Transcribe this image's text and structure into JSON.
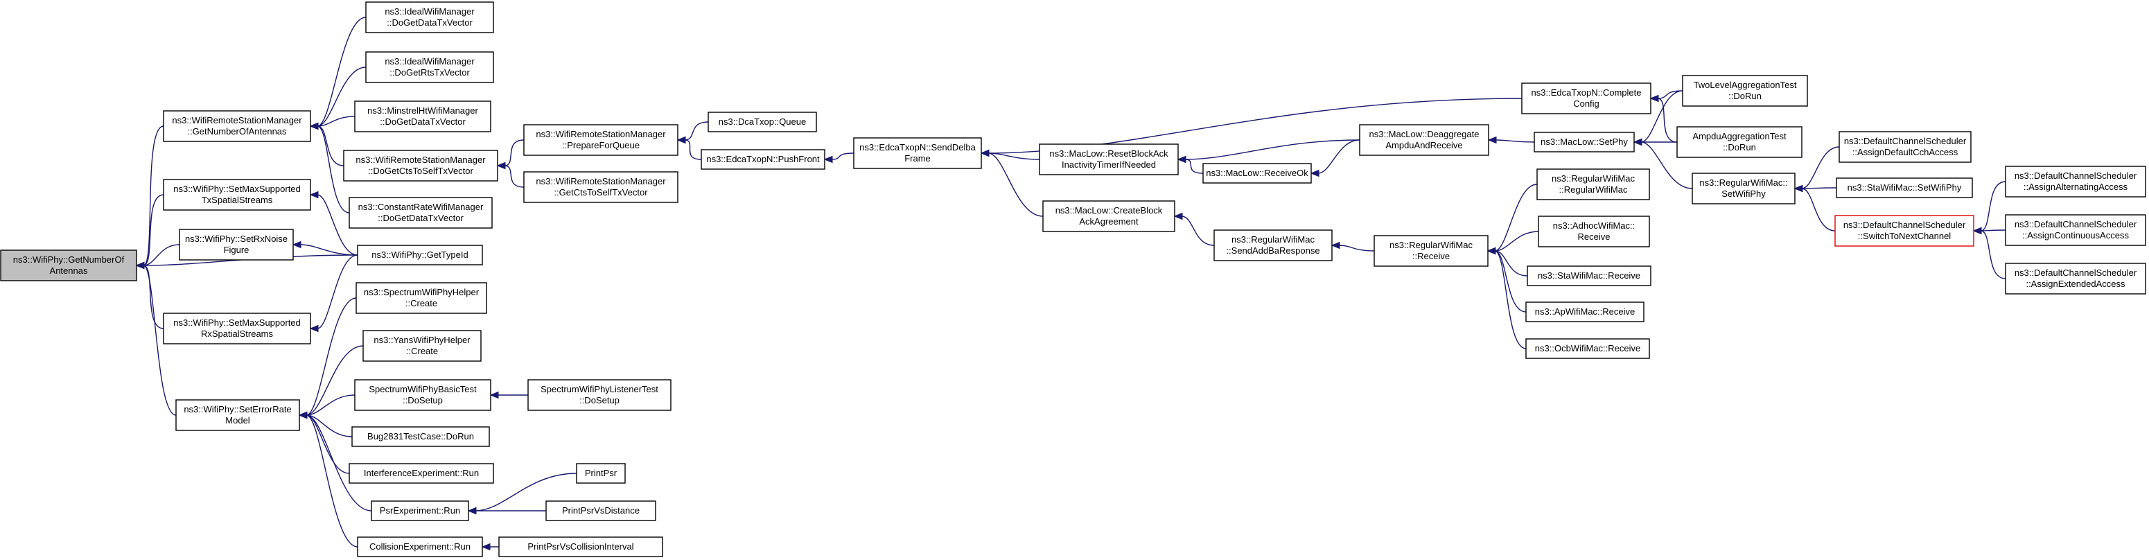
{
  "colors": {
    "edge": "#191970",
    "root_fill": "#bfbfbf",
    "node_border": "#000000",
    "highlight_border": "#e00000"
  },
  "nodes": [
    {
      "id": "root",
      "lines": [
        "ns3::WifiPhy::GetNumberOf",
        "Antennas"
      ],
      "style": "root"
    },
    {
      "id": "rsm_getnum",
      "lines": [
        "ns3::WifiRemoteStationManager",
        "::GetNumberOfAntennas"
      ]
    },
    {
      "id": "setmaxtx",
      "lines": [
        "ns3::WifiPhy::SetMaxSupported",
        "TxSpatialStreams"
      ]
    },
    {
      "id": "setrxnoise",
      "lines": [
        "ns3::WifiPhy::SetRxNoise",
        "Figure"
      ]
    },
    {
      "id": "setmaxrx",
      "lines": [
        "ns3::WifiPhy::SetMaxSupported",
        "RxSpatialStreams"
      ]
    },
    {
      "id": "seterror",
      "lines": [
        "ns3::WifiPhy::SetErrorRate",
        "Model"
      ]
    },
    {
      "id": "ideal_data",
      "lines": [
        "ns3::IdealWifiManager",
        "::DoGetDataTxVector"
      ]
    },
    {
      "id": "ideal_rts",
      "lines": [
        "ns3::IdealWifiManager",
        "::DoGetRtsTxVector"
      ]
    },
    {
      "id": "minstrel",
      "lines": [
        "ns3::MinstrelHtWifiManager",
        "::DoGetDataTxVector"
      ]
    },
    {
      "id": "rsm_docts",
      "lines": [
        "ns3::WifiRemoteStationManager",
        "::DoGetCtsToSelfTxVector"
      ]
    },
    {
      "id": "constrate",
      "lines": [
        "ns3::ConstantRateWifiManager",
        "::DoGetDataTxVector"
      ]
    },
    {
      "id": "gettypeid",
      "lines": [
        "ns3::WifiPhy::GetTypeId"
      ]
    },
    {
      "id": "spec_helper",
      "lines": [
        "ns3::SpectrumWifiPhyHelper",
        "::Create"
      ]
    },
    {
      "id": "yans_helper",
      "lines": [
        "ns3::YansWifiPhyHelper",
        "::Create"
      ]
    },
    {
      "id": "spec_basic",
      "lines": [
        "SpectrumWifiPhyBasicTest",
        "::DoSetup"
      ]
    },
    {
      "id": "bug2831",
      "lines": [
        "Bug2831TestCase::DoRun"
      ]
    },
    {
      "id": "interf",
      "lines": [
        "InterferenceExperiment::Run"
      ]
    },
    {
      "id": "psrexp",
      "lines": [
        "PsrExperiment::Run"
      ]
    },
    {
      "id": "collexp",
      "lines": [
        "CollisionExperiment::Run"
      ]
    },
    {
      "id": "spec_listener",
      "lines": [
        "SpectrumWifiPhyListenerTest",
        "::DoSetup"
      ]
    },
    {
      "id": "printpsr",
      "lines": [
        "PrintPsr"
      ]
    },
    {
      "id": "printpsrdist",
      "lines": [
        "PrintPsrVsDistance"
      ]
    },
    {
      "id": "printpsrcoll",
      "lines": [
        "PrintPsrVsCollisionInterval"
      ]
    },
    {
      "id": "rsm_prep",
      "lines": [
        "ns3::WifiRemoteStationManager",
        "::PrepareForQueue"
      ]
    },
    {
      "id": "rsm_getcts",
      "lines": [
        "ns3::WifiRemoteStationManager",
        "::GetCtsToSelfTxVector"
      ]
    },
    {
      "id": "dcaqueue",
      "lines": [
        "ns3::DcaTxop::Queue"
      ]
    },
    {
      "id": "edcapush",
      "lines": [
        "ns3::EdcaTxopN::PushFront"
      ]
    },
    {
      "id": "senddelba",
      "lines": [
        "ns3::EdcaTxopN::SendDelba",
        "Frame"
      ]
    },
    {
      "id": "resetback",
      "lines": [
        "ns3::MacLow::ResetBlockAck",
        "InactivityTimerIfNeeded"
      ]
    },
    {
      "id": "createback",
      "lines": [
        "ns3::MacLow::CreateBlock",
        "AckAgreement"
      ]
    },
    {
      "id": "receiveok",
      "lines": [
        "ns3::MacLow::ReceiveOk"
      ]
    },
    {
      "id": "sendaddba",
      "lines": [
        "ns3::RegularWifiMac",
        "::SendAddBaResponse"
      ]
    },
    {
      "id": "deagg",
      "lines": [
        "ns3::MacLow::Deaggregate",
        "AmpduAndReceive"
      ]
    },
    {
      "id": "complete",
      "lines": [
        "ns3::EdcaTxopN::Complete",
        "Config"
      ]
    },
    {
      "id": "regrecv",
      "lines": [
        "ns3::RegularWifiMac",
        "::Receive"
      ]
    },
    {
      "id": "setphy",
      "lines": [
        "ns3::MacLow::SetPhy"
      ]
    },
    {
      "id": "regctor",
      "lines": [
        "ns3::RegularWifiMac",
        "::RegularWifiMac"
      ]
    },
    {
      "id": "adhocrecv",
      "lines": [
        "ns3::AdhocWifiMac::",
        "Receive"
      ]
    },
    {
      "id": "starecv",
      "lines": [
        "ns3::StaWifiMac::Receive"
      ]
    },
    {
      "id": "aprecv",
      "lines": [
        "ns3::ApWifiMac::Receive"
      ]
    },
    {
      "id": "ocbrecv",
      "lines": [
        "ns3::OcbWifiMac::Receive"
      ]
    },
    {
      "id": "twolevel",
      "lines": [
        "TwoLevelAggregationTest",
        "::DoRun"
      ]
    },
    {
      "id": "ampdutest",
      "lines": [
        "AmpduAggregationTest",
        "::DoRun"
      ]
    },
    {
      "id": "regsetphy",
      "lines": [
        "ns3::RegularWifiMac::",
        "SetWifiPhy"
      ]
    },
    {
      "id": "dcs_assigndef",
      "lines": [
        "ns3::DefaultChannelScheduler",
        "::AssignDefaultCchAccess"
      ]
    },
    {
      "id": "stasetphy",
      "lines": [
        "ns3::StaWifiMac::SetWifiPhy"
      ]
    },
    {
      "id": "dcs_switch",
      "lines": [
        "ns3::DefaultChannelScheduler",
        "::SwitchToNextChannel"
      ],
      "style": "highlight"
    },
    {
      "id": "dcs_alt",
      "lines": [
        "ns3::DefaultChannelScheduler",
        "::AssignAlternatingAccess"
      ]
    },
    {
      "id": "dcs_cont",
      "lines": [
        "ns3::DefaultChannelScheduler",
        "::AssignContinuousAccess"
      ]
    },
    {
      "id": "dcs_ext",
      "lines": [
        "ns3::DefaultChannelScheduler",
        "::AssignExtendedAccess"
      ]
    }
  ],
  "edges": [
    [
      "rsm_getnum",
      "root"
    ],
    [
      "setmaxtx",
      "root"
    ],
    [
      "setrxnoise",
      "root"
    ],
    [
      "gettypeid",
      "root"
    ],
    [
      "setmaxrx",
      "root"
    ],
    [
      "seterror",
      "root"
    ],
    [
      "ideal_data",
      "rsm_getnum"
    ],
    [
      "ideal_rts",
      "rsm_getnum"
    ],
    [
      "minstrel",
      "rsm_getnum"
    ],
    [
      "rsm_docts",
      "rsm_getnum"
    ],
    [
      "constrate",
      "rsm_getnum"
    ],
    [
      "gettypeid",
      "setmaxtx"
    ],
    [
      "gettypeid",
      "setrxnoise"
    ],
    [
      "gettypeid",
      "setmaxrx"
    ],
    [
      "spec_helper",
      "seterror"
    ],
    [
      "yans_helper",
      "seterror"
    ],
    [
      "spec_basic",
      "seterror"
    ],
    [
      "bug2831",
      "seterror"
    ],
    [
      "interf",
      "seterror"
    ],
    [
      "psrexp",
      "seterror"
    ],
    [
      "collexp",
      "seterror"
    ],
    [
      "rsm_prep",
      "rsm_docts"
    ],
    [
      "rsm_getcts",
      "rsm_docts"
    ],
    [
      "spec_listener",
      "spec_basic"
    ],
    [
      "printpsr",
      "psrexp"
    ],
    [
      "printpsrdist",
      "psrexp"
    ],
    [
      "printpsrcoll",
      "collexp"
    ],
    [
      "dcaqueue",
      "rsm_prep"
    ],
    [
      "edcapush",
      "rsm_prep"
    ],
    [
      "senddelba",
      "edcapush"
    ],
    [
      "complete",
      "senddelba"
    ],
    [
      "resetback",
      "senddelba"
    ],
    [
      "createback",
      "senddelba"
    ],
    [
      "deagg",
      "resetback"
    ],
    [
      "receiveok",
      "resetback"
    ],
    [
      "deagg",
      "receiveok"
    ],
    [
      "sendaddba",
      "createback"
    ],
    [
      "regrecv",
      "sendaddba"
    ],
    [
      "setphy",
      "deagg"
    ],
    [
      "twolevel",
      "complete"
    ],
    [
      "ampdutest",
      "complete"
    ],
    [
      "twolevel",
      "setphy"
    ],
    [
      "ampdutest",
      "setphy"
    ],
    [
      "regsetphy",
      "setphy"
    ],
    [
      "regctor",
      "regrecv"
    ],
    [
      "adhocrecv",
      "regrecv"
    ],
    [
      "starecv",
      "regrecv"
    ],
    [
      "aprecv",
      "regrecv"
    ],
    [
      "ocbrecv",
      "regrecv"
    ],
    [
      "dcs_assigndef",
      "regsetphy"
    ],
    [
      "stasetphy",
      "regsetphy"
    ],
    [
      "dcs_switch",
      "regsetphy"
    ],
    [
      "dcs_alt",
      "dcs_switch"
    ],
    [
      "dcs_cont",
      "dcs_switch"
    ],
    [
      "dcs_ext",
      "dcs_switch"
    ]
  ]
}
